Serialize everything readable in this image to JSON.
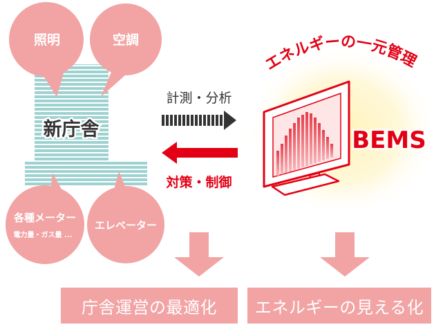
{
  "bubbles": {
    "lighting": "照明",
    "aircon": "空調",
    "meters_line1": "各種メーター",
    "meters_line2": "電力量・ガス量 ...",
    "elevator": "エレベーター"
  },
  "building": {
    "label": "新庁舎"
  },
  "flows": {
    "measure": "計測・分析",
    "control": "対策・制御"
  },
  "bems": {
    "arc_title": "エネルギーの一元管理",
    "label": "BEMS"
  },
  "results": {
    "left": "庁舎運営の最適化",
    "right": "エネルギーの見える化"
  },
  "colors": {
    "bubble": "#f2a3a4",
    "building_stripe": "#9ed2d0",
    "accent_red": "#e30014",
    "dark": "#333333",
    "arrow_down": "#f2a3a4"
  }
}
